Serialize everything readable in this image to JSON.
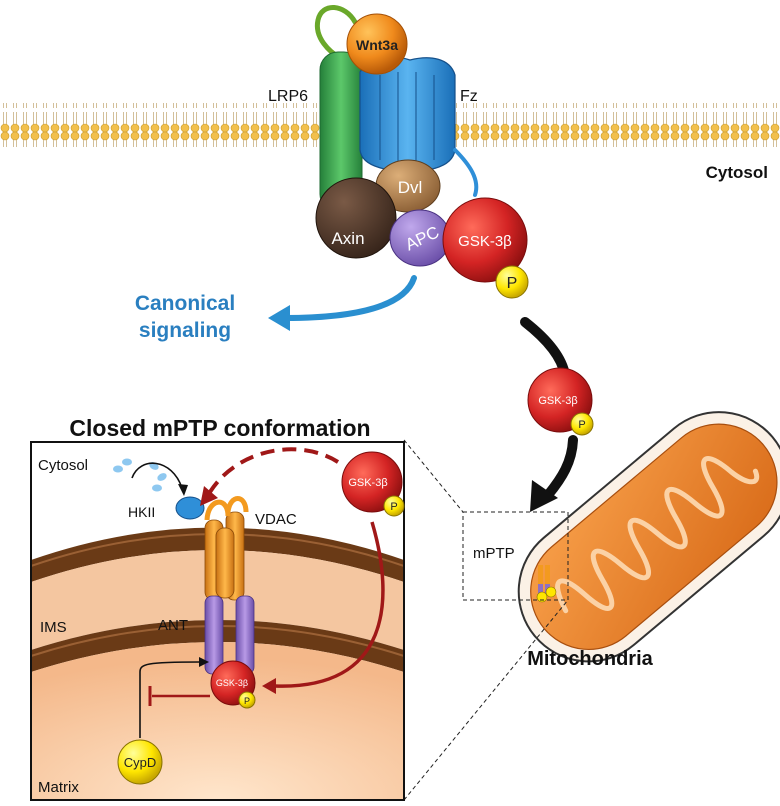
{
  "receptor": {
    "ligand": "Wnt3a",
    "lrp6": "LRP6",
    "frizzled": "Fz",
    "compartment": "Cytosol",
    "dishevelled": "Dvl",
    "axin": "Axin",
    "apc": "APC",
    "gsk_top": "GSK-3β",
    "phospho_top": "P"
  },
  "canonical": {
    "line1": "Canonical",
    "line2": "signaling"
  },
  "translocating_kinase": {
    "gsk": "GSK-3β",
    "phospho": "P"
  },
  "mitochondrion": {
    "pore_label": "mPTP",
    "label": "Mitochondria"
  },
  "inset": {
    "title": "Closed mPTP conformation",
    "cytosol": "Cytosol",
    "hk2": "HKII",
    "vdac": "VDAC",
    "ims": "IMS",
    "ant": "ANT",
    "matrix": "Matrix",
    "cypd": "CypD",
    "gsk_free": "GSK-3β",
    "phospho_free": "P",
    "gsk_bound": "GSK-3β",
    "phospho_bound": "P"
  },
  "colors": {
    "membrane_head": "#f2c04d",
    "frizzled_blue": "#2f8fd8",
    "lrp6_green": "#3ba54a",
    "wnt_orange": "#f08a1c",
    "gsk_red": "#d42424",
    "phospho_yellow": "#ffe600",
    "axin_brown": "#4a3224",
    "dvl_tan": "#b08050",
    "apc_purple": "#8a6fc0",
    "canonical_blue": "#2a8fd0",
    "arrow_darkred": "#a01818",
    "vdac_orange": "#f39a1f",
    "ant_purple": "#9070c0",
    "matrix_peach": "#f7c29a",
    "mito_orange": "#ef8a2a"
  }
}
